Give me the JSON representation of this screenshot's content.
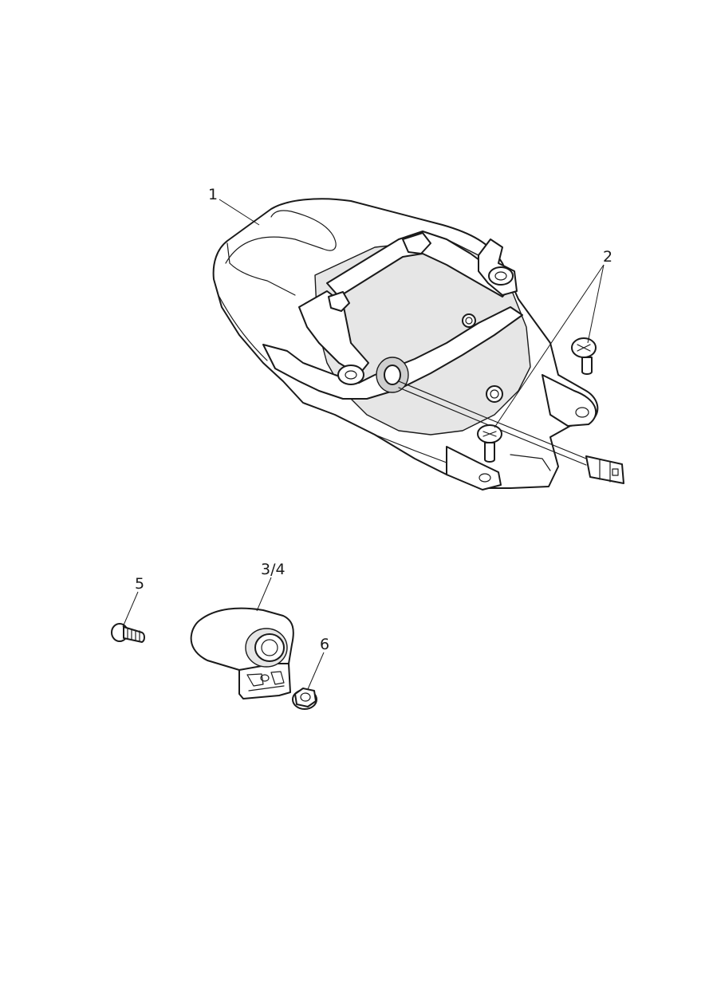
{
  "callouts": {
    "c1": "1",
    "c2": "2",
    "c3": "3/4",
    "c5": "5",
    "c6": "6"
  }
}
